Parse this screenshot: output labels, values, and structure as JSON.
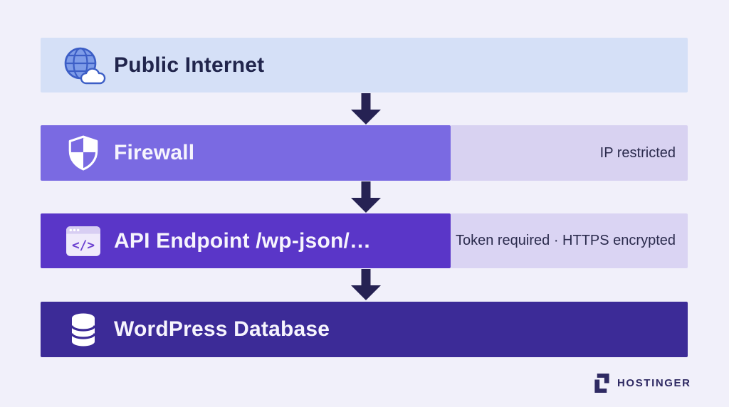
{
  "diagram": {
    "title": "WordPress API security layers diagram",
    "layers": [
      {
        "id": "public-internet",
        "label": "Public Internet",
        "annotation": "",
        "icon": "globe-cloud-icon"
      },
      {
        "id": "firewall",
        "label": "Firewall",
        "annotation": "IP restricted",
        "icon": "shield-icon"
      },
      {
        "id": "api-endpoint",
        "label": "API Endpoint /wp-json/…",
        "annotation": "Token required · HTTPS encrypted",
        "icon": "code-window-icon"
      },
      {
        "id": "wordpress-database",
        "label": "WordPress Database",
        "annotation": "",
        "icon": "database-icon"
      }
    ],
    "code_window_glyph": "</>",
    "flow": [
      "public-internet",
      "firewall",
      "api-endpoint",
      "wordpress-database"
    ]
  },
  "branding": {
    "logo_text": "HOSTINGER"
  },
  "colors": {
    "background": "#f1f0fa",
    "layer_public_internet_bg": "#d5e0f7",
    "layer_firewall_bg": "#7a6ae2",
    "layer_firewall_annotation_bg": "#d8d2f1",
    "layer_api_endpoint_bg": "#5a36c8",
    "layer_api_annotation_bg": "#dad4f3",
    "layer_database_bg": "#3c2b97",
    "arrow": "#262253",
    "text_dark": "#21254c",
    "text_light": "#f6f4fd",
    "logo": "#2f2a63",
    "globe_fill": "#7e9ce8",
    "globe_stroke": "#3c5ec6",
    "code_accent": "#6a3fd0"
  }
}
